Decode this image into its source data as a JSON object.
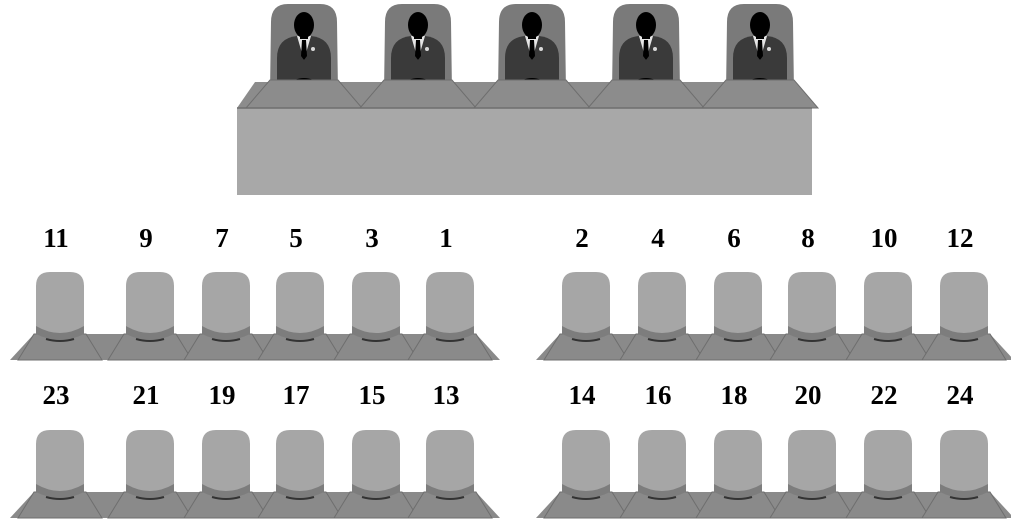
{
  "colors": {
    "background": "#ffffff",
    "table_front": "#a8a8a8",
    "table_top": "#8c8c8c",
    "table_edge": "#6e6e6e",
    "chair": "#a6a6a6",
    "chair_shadow": "#7d7d7d",
    "chair_base": "#8a8a8a",
    "judge_chair": "#7a7a7a",
    "judge_body": "#3a3a3a",
    "silhouette": "#000000"
  },
  "panel": {
    "seat_count": 5,
    "figure_icon": "presiding-person-icon"
  },
  "audience": {
    "chair_icon": "seat-chair-icon",
    "rows": [
      {
        "left_group": [
          "11",
          "9",
          "7",
          "5",
          "3",
          "1"
        ],
        "right_group": [
          "2",
          "4",
          "6",
          "8",
          "10",
          "12"
        ]
      },
      {
        "left_group": [
          "23",
          "21",
          "19",
          "17",
          "15",
          "13"
        ],
        "right_group": [
          "14",
          "16",
          "18",
          "20",
          "22",
          "24"
        ]
      }
    ]
  }
}
